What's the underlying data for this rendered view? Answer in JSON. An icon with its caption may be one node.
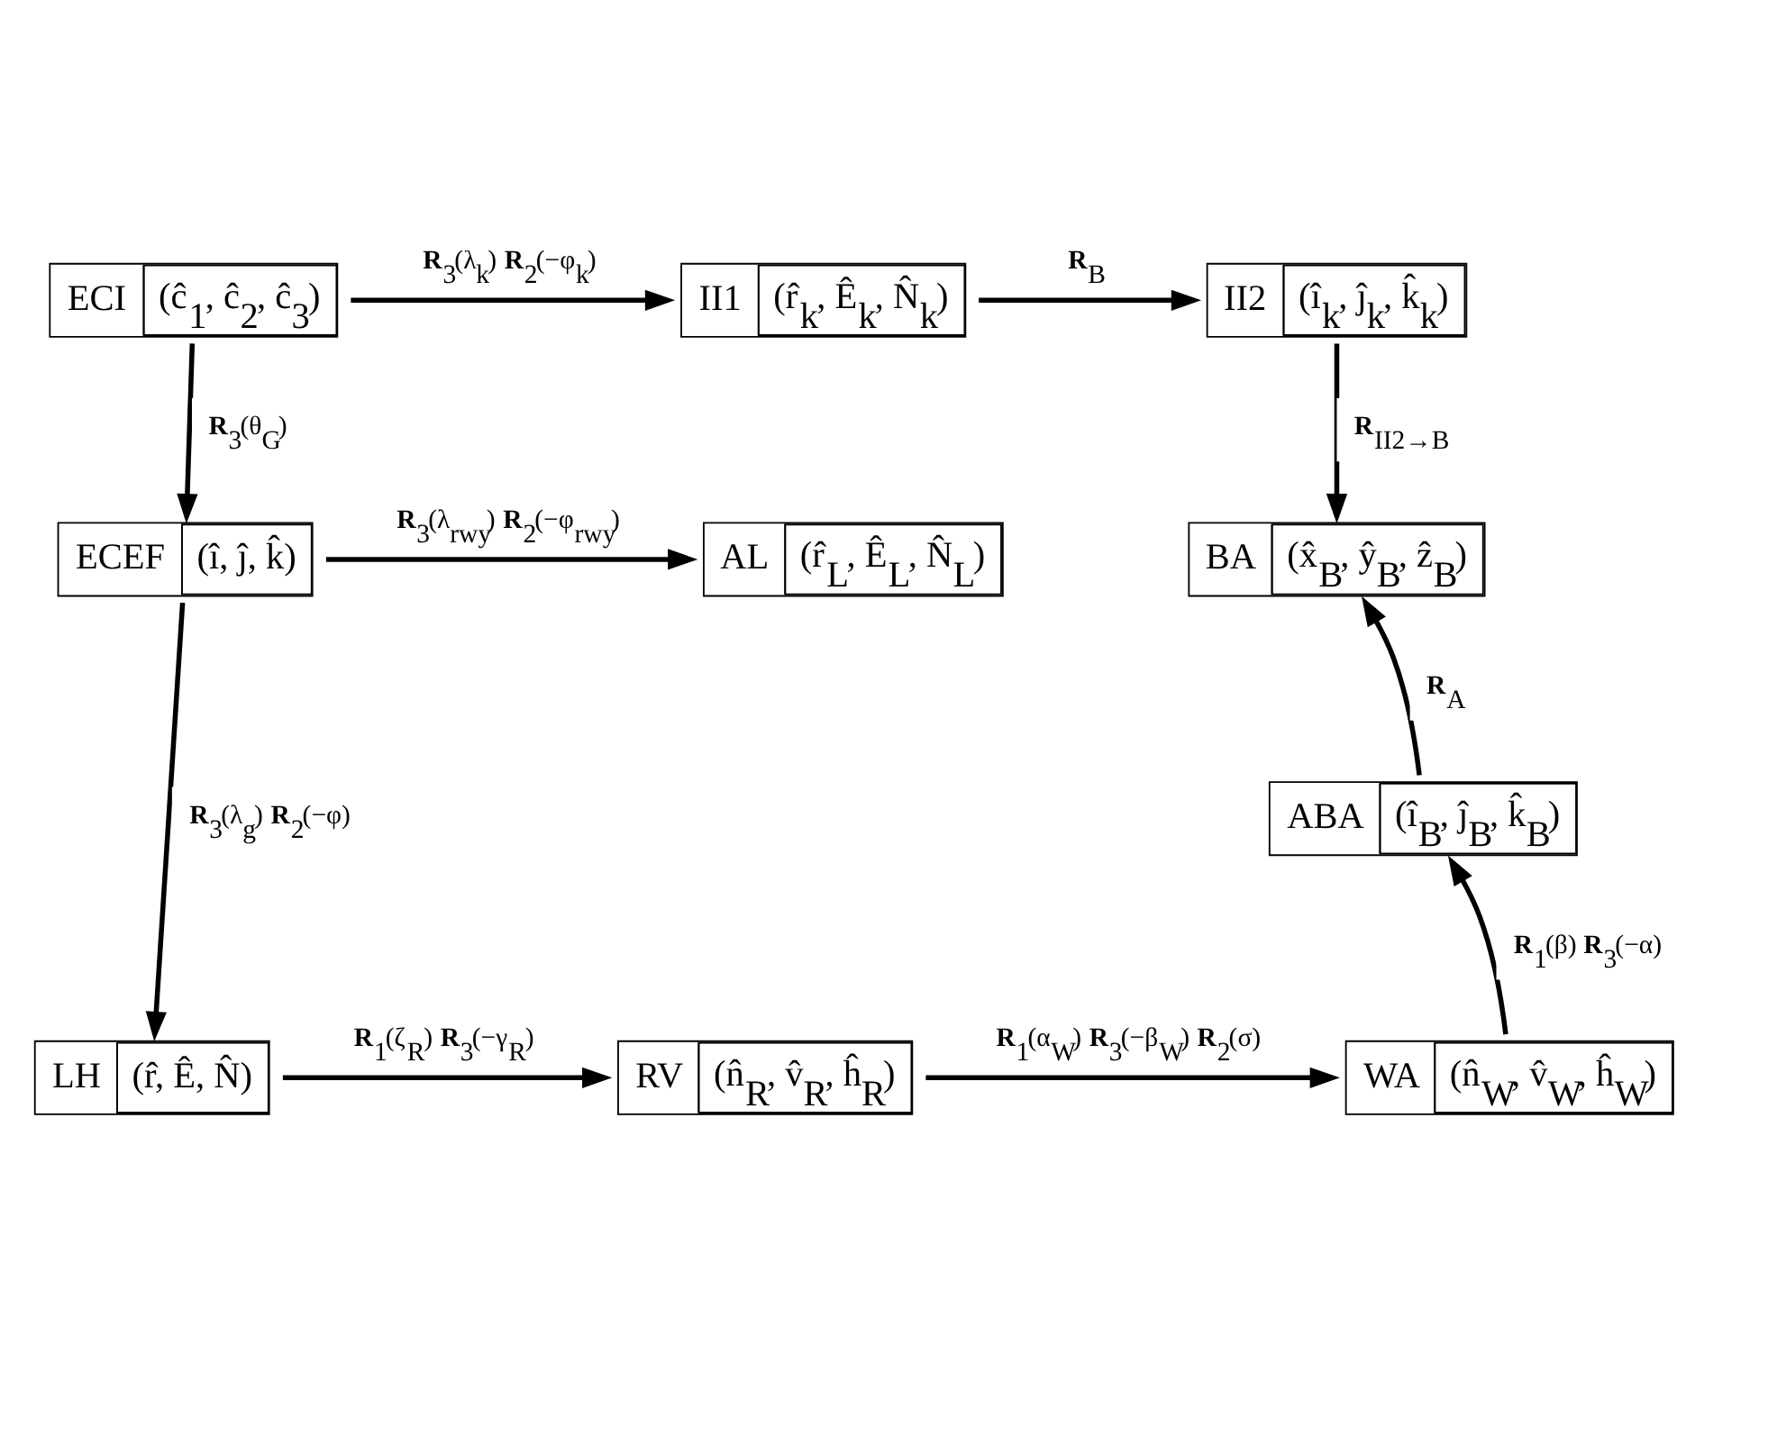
{
  "diagram": {
    "nodes": [
      {
        "text": [
          "ECI",
          "(ĉ$_{1}$, ĉ$_{2}$, ĉ$_{3}$)"
        ]
      },
      {
        "text": [
          "II1",
          "(r̂$_{k}$, Ê$_{k}$, N̂$_{k}$)"
        ]
      },
      {
        "text": [
          "II2",
          "(î$_{k}$, ĵ$_{k}$, k̂$_{k}$)"
        ]
      },
      {
        "text": [
          "ECEF",
          "(î, ĵ, k̂)"
        ]
      },
      {
        "text": [
          "AL",
          "(r̂$_{L}$, Ê$_{L}$, N̂$_{L}$)"
        ]
      },
      {
        "text": [
          "BA",
          "(x̂$_{B}$, ŷ$_{B}$, ẑ$_{B}$)"
        ]
      },
      {
        "text": [
          "ABA",
          "(î$_{B}$, ĵ$_{B}$, k̂$_{B}$)"
        ]
      },
      {
        "text": [
          "LH",
          "(r̂, Ê, N̂)"
        ]
      },
      {
        "text": [
          "RV",
          "(n̂$_{R}$, v̂$_{R}$, ĥ$_{R}$)"
        ]
      },
      {
        "text": [
          "WA",
          "(n̂$_{W}$, v̂$_{W}$, ĥ$_{W}$)"
        ]
      }
    ],
    "edges": [
      {
        "from": 0,
        "to": 1,
        "arrow": "to",
        "label": "**R**$_{3}$(λ$_{k}$) **R**$_{2}$(−φ$_{k}$)"
      },
      {
        "from": 1,
        "to": 2,
        "arrow": "to",
        "label": "**R**$_{B}$"
      },
      {
        "from": 2,
        "to": 5,
        "arrow": "to",
        "label": "**R**$_{II2→B}$"
      },
      {
        "from": 0,
        "to": 3,
        "arrow": "to",
        "label": "**R**$_{3}$(θ$_{G}$)"
      },
      {
        "from": 3,
        "to": 4,
        "arrow": "to",
        "label": "**R**$_{3}$(λ$_{rwy}$) **R**$_{2}$(−φ$_{rwy}$)"
      },
      {
        "from": 3,
        "to": 7,
        "arrow": "to",
        "label": "**R**$_{3}$(λ$_{g}$) **R**$_{2}$(−φ)"
      },
      {
        "from": 7,
        "to": 8,
        "arrow": "to",
        "label": "**R**$_{1}$(ζ$_{R}$) **R**$_{3}$(−γ$_{R}$)"
      },
      {
        "from": 8,
        "to": 9,
        "arrow": "to",
        "label": "**R**$_{1}$(α$_{W}$) **R**$_{3}$(−β$_{W}$) **R**$_{2}$(σ)"
      },
      {
        "from": 9,
        "to": 6,
        "arrow": "to",
        "label": "**R**$_{1}$(β) **R**$_{3}$(−α)"
      },
      {
        "from": 6,
        "to": 5,
        "arrow": "to",
        "label": "**R**$_{A}$"
      }
    ]
  }
}
